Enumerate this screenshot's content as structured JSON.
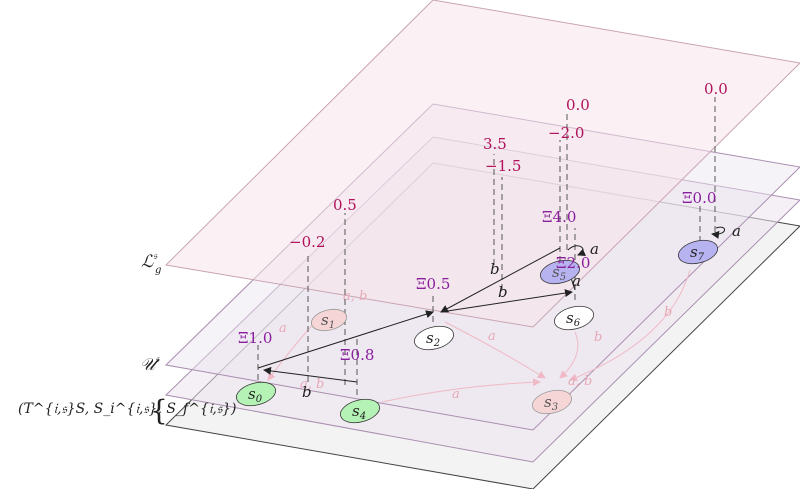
{
  "colors": {
    "bottom_plane": "#f2f2f2",
    "middle_plane": "#ece4ef",
    "top_plane": "#f7e3ea",
    "state_green": "#b5f2b5",
    "state_red": "#f6d5d7",
    "state_purple": "#b7b2f0",
    "state_white": "#ffffff",
    "reward_value": "#b0115a",
    "xi_value": "#8a1f9e",
    "faint_edge": "#f0b9c5"
  },
  "layer_labels": {
    "top": "ℒ",
    "top_sup": "𝔰",
    "top_sub": "g",
    "middle": "𝒰",
    "middle_sup": "𝔰",
    "bottom": "(T^{𝔦,𝔰}S, S_i^{𝔦,𝔰}, S_f^{𝔦,𝔰})"
  },
  "states": [
    {
      "name": "s",
      "sub": "0",
      "fill": "green"
    },
    {
      "name": "s",
      "sub": "1",
      "fill": "red"
    },
    {
      "name": "s",
      "sub": "2",
      "fill": "white"
    },
    {
      "name": "s",
      "sub": "3",
      "fill": "red"
    },
    {
      "name": "s",
      "sub": "4",
      "fill": "green"
    },
    {
      "name": "s",
      "sub": "5",
      "fill": "purple"
    },
    {
      "name": "s",
      "sub": "6",
      "fill": "white"
    },
    {
      "name": "s",
      "sub": "7",
      "fill": "purple"
    }
  ],
  "xi_values": [
    "Ξ1.0",
    "Ξ0.8",
    "Ξ0.5",
    "Ξ4.0",
    "Ξ2.0",
    "Ξ0.0"
  ],
  "reward_values": [
    "−0.2",
    "0.5",
    "3.5",
    "−1.5",
    "0.0",
    "−2.0",
    "0.0"
  ],
  "edge_labels": [
    "b",
    "b",
    "b",
    "a",
    "a",
    "a"
  ],
  "faint_labels": [
    "a, b",
    "a",
    "a",
    "a",
    "b",
    "b",
    "a, b",
    "a, b"
  ]
}
